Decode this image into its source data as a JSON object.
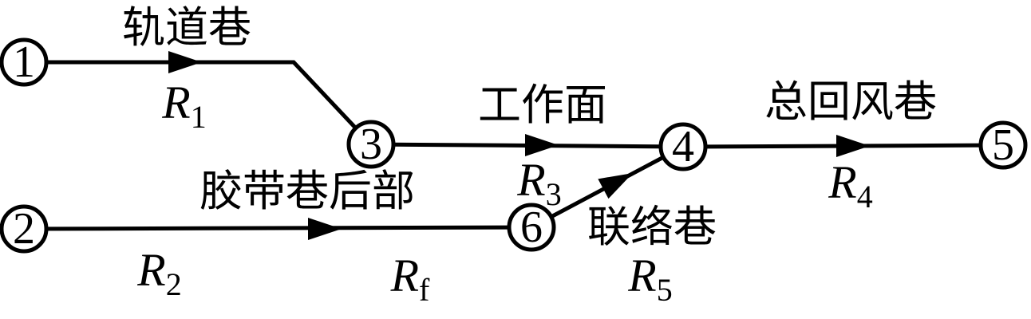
{
  "diagram": {
    "nodes": [
      {
        "id": "1",
        "label": "1"
      },
      {
        "id": "2",
        "label": "2"
      },
      {
        "id": "3",
        "label": "3"
      },
      {
        "id": "4",
        "label": "4"
      },
      {
        "id": "5",
        "label": "5"
      },
      {
        "id": "6",
        "label": "6"
      }
    ],
    "edge_labels": {
      "track_roadway": "轨道巷",
      "working_face": "工作面",
      "main_return_airway": "总回风巷",
      "belt_roadway_rear": "胶带巷后部",
      "connecting_roadway": "联络巷"
    },
    "resistances": {
      "r1": {
        "base": "R",
        "sub": "1"
      },
      "r2": {
        "base": "R",
        "sub": "2"
      },
      "r3": {
        "base": "R",
        "sub": "3"
      },
      "r4": {
        "base": "R",
        "sub": "4"
      },
      "r5": {
        "base": "R",
        "sub": "5"
      },
      "rf": {
        "base": "R",
        "sub": "f"
      }
    },
    "colors": {
      "stroke": "#000000",
      "background": "#ffffff"
    }
  }
}
